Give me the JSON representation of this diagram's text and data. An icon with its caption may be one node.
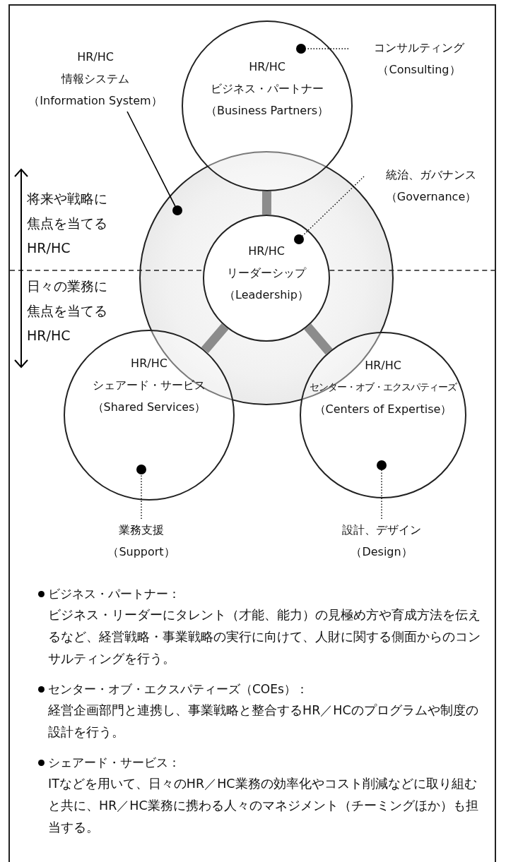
{
  "diagram": {
    "nodes": [
      {
        "text": [
          "HR/HC",
          "ビジネス・パートナー",
          "（Business Partners）"
        ]
      },
      {
        "text": [],
        "shape": "circle",
        "in": 0
      },
      {
        "text": [
          "コンサルティング",
          "（Consulting）"
        ]
      },
      {
        "text": [
          "HR/HC",
          "情報システム",
          "（Information System）"
        ]
      },
      {
        "text": [],
        "shape": "circle"
      },
      {
        "text": [],
        "shape": "circle",
        "in": 4
      },
      {
        "text": [
          "統治、ガバナンス",
          "（Governance）"
        ]
      },
      {
        "text": [
          "HR/HC",
          "リーダーシップ",
          "（Leadership）"
        ],
        "in": 4
      },
      {
        "text": [],
        "shape": "circle",
        "in": 7
      },
      {
        "text": [
          "HR/HC",
          "シェアード・サービス",
          "（Shared Services）"
        ]
      },
      {
        "text": [],
        "shape": "circle",
        "in": 9
      },
      {
        "text": [
          "HR/HC",
          "センター・オブ・エクスパティーズ",
          "（Centers of Expertise）"
        ]
      },
      {
        "text": [],
        "shape": "circle",
        "in": 11
      },
      {
        "text": [
          "業務支援",
          "（Support）"
        ]
      },
      {
        "text": [
          "設計、デザイン",
          "（Design）"
        ]
      }
    ],
    "edges": [
      {
        "from": 2,
        "to": 1,
        "arrow": "none",
        "style": "dashed"
      },
      {
        "from": 3,
        "to": 5,
        "arrow": "none"
      },
      {
        "from": 6,
        "to": 8,
        "arrow": "none",
        "style": "dashed"
      },
      {
        "from": 13,
        "to": 10,
        "arrow": "none",
        "style": "dashed"
      },
      {
        "from": 14,
        "to": 12,
        "arrow": "none",
        "style": "dashed"
      },
      {
        "from": 7,
        "to": 0,
        "arrow": "none",
        "style": "thick",
        "color": "#8c8c8c"
      },
      {
        "from": 7,
        "to": 9,
        "arrow": "none",
        "style": "thick",
        "color": "#8c8c8c"
      },
      {
        "from": 7,
        "to": 11,
        "arrow": "none",
        "style": "thick",
        "color": "#8c8c8c"
      }
    ],
    "labels": [
      "将来や戦略に焦点を当てるHR/HC",
      "日々の業務に焦点を当てるHR/HC",
      "ビジネス・パートナー：",
      "ビジネス・リーダーにタレント（才能、能力）の見極め方や育成方法を伝えるなど、経営戦略・事業戦略の実行に向けて、人財に関する側面からのコンサルティングを行う。",
      "センター・オブ・エクスパティーズ（COEs）：",
      "経営企画部門と連携し、事業戦略と整合するHR／HCのプログラムや制度の設計を行う。",
      "シェアード・サービス：",
      "ITなどを用いて、日々のHR／HC業務の効率化やコスト削減などに取り組むと共に、HR／HC業務に携わる人々のマネジメント（チーミングほか）も担当する。"
    ]
  }
}
